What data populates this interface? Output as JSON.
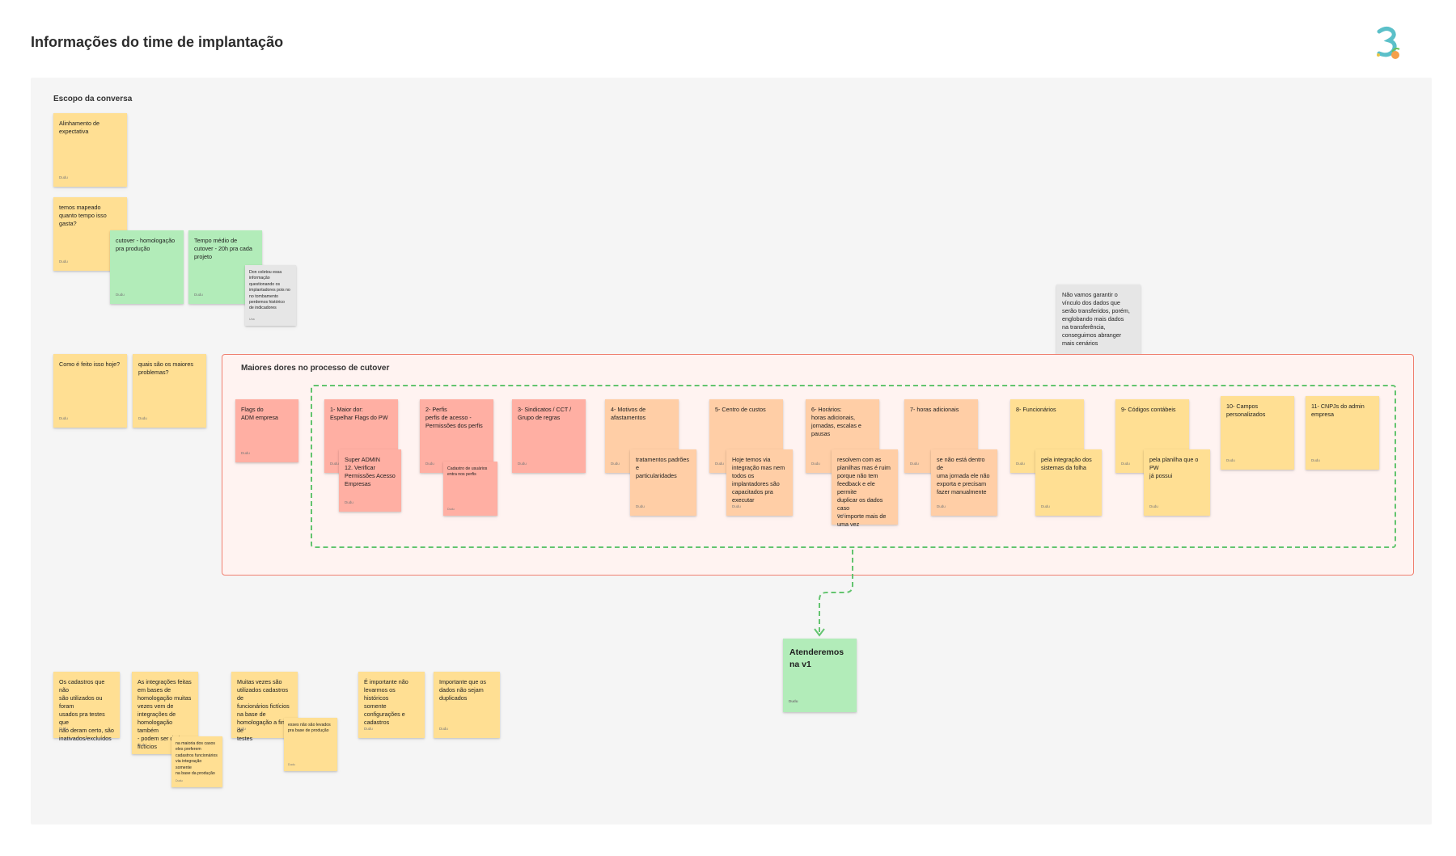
{
  "page": {
    "title": "Informações do time de implantação"
  },
  "sections": {
    "scope_title": "Escopo da conversa",
    "pain_title": "Maiores dores no processo de cutover"
  },
  "colors": {
    "yellow": "#ffdf93",
    "green": "#b2ecb9",
    "red": "#ffafa3",
    "orange": "#ffcea6",
    "gray": "#e6e6e6",
    "frame_border": "#f08070",
    "dashed_border": "#63c46f"
  },
  "notes": {
    "n1": {
      "text": "Alinhamento de\nexpectativa",
      "author": "Dudu"
    },
    "n2": {
      "text": "temos mapeado\nquanto tempo isso\ngasta?",
      "author": "Dudu"
    },
    "n3": {
      "text": "cutover - homologação\npra produção",
      "author": "Dudu"
    },
    "n4": {
      "text": "Tempo médio de\ncutover - 20h pra cada\nprojeto",
      "author": "Dudu"
    },
    "n5": {
      "text": "Don coletou essa\ninformação\nquestionando os\nimplantadores pois no\nno tombamento\nperdemos histórico\nde indicadores",
      "author": "Una"
    },
    "n6": {
      "text": "Não vamos garantir o\nvínculo dos dados que\nserão transferidos, porém,\nenglobando mais dados\nna transferência,\nconseguimos abranger\nmais cenários",
      "author": ""
    },
    "n7": {
      "text": "Como é feito isso hoje?",
      "author": "Dudu"
    },
    "n8": {
      "text": "quais são os maiores\nproblemas?",
      "author": "Dudu"
    },
    "n9": {
      "text": "Flags do\nADM empresa",
      "author": "Dudu"
    },
    "n10": {
      "text": "1- Maior dor:\nEspelhar Flags do PW",
      "author": "Dudu"
    },
    "n11": {
      "text": "Super ADMIN\n12. Verificar\nPermissões Acesso\nEmpresas",
      "author": "Dudu"
    },
    "n12": {
      "text": "2- Perfis\nperfis de acesso -\nPermissões dos perfis",
      "author": "Dudu"
    },
    "n13": {
      "text": "Cadastro de usuários\nentra nos perfis",
      "author": "Dudu"
    },
    "n14": {
      "text": "3- Sindicatos / CCT /\nGrupo de regras",
      "author": "Dudu"
    },
    "n15": {
      "text": "4- Motivos de\nafastamentos",
      "author": "Dudu"
    },
    "n16": {
      "text": "tratamentos padrões e\nparticularidades",
      "author": "Dudu"
    },
    "n17": {
      "text": "5- Centro de custos",
      "author": "Dudu"
    },
    "n18": {
      "text": "Hoje temos via\nintegração mas nem\ntodos os\nimplantadores são\ncapacitados pra\nexecutar",
      "author": "Dudu"
    },
    "n19": {
      "text": "6- Horários:\nhoras adicionais,\njornadas, escalas e\npausas",
      "author": "Dudu"
    },
    "n20": {
      "text": "resolvem com as\nplanilhas mas é ruim\nporque não tem\nfeedback e ele permite\nduplicar os dados caso\nvc importe mais de\numa vez",
      "author": "Dudu"
    },
    "n21": {
      "text": "7- horas adicionais",
      "author": "Dudu"
    },
    "n22": {
      "text": "se não está dentro de\numa jornada ele não\nexporta e precisam\nfazer manualmente",
      "author": "Dudu"
    },
    "n23": {
      "text": "8- Funcionários",
      "author": "Dudu"
    },
    "n24": {
      "text": "pela integração dos\nsistemas da folha",
      "author": "Dudu"
    },
    "n25": {
      "text": "9- Códigos contábeis",
      "author": "Dudu"
    },
    "n26": {
      "text": "pela planilha que o PW\njá possui",
      "author": "Dudu"
    },
    "n27": {
      "text": "10- Campos\npersonalizados",
      "author": "Dudu"
    },
    "n28": {
      "text": "11- CNPJs do admin\nempresa",
      "author": "Dudu"
    },
    "n29": {
      "text": "Atenderemos\nna v1",
      "author": "Dudu"
    },
    "n30": {
      "text": "Os cadastros que não\nsão utilizados ou foram\nusados pra testes que\nnão deram certo, são\ninativados/excluídos",
      "author": "Dudu"
    },
    "n31": {
      "text": "As integrações feitas\nem bases de\nhomologação muitas\nvezes vem de\nintegrações de\nhomologação também\n- podem ser dados\nfictícios",
      "author": "Dudu"
    },
    "n32": {
      "text": "na maioria dos casos\neles preferem\ncadastros funcionários\nvia integração somente\nna base da produção",
      "author": "Dudu"
    },
    "n33": {
      "text": "Muitas vezes são\nutilizados cadastros de\nfuncionários fictícios\nna base de\nhomologação a fins de\ntestes",
      "author": "Dudu"
    },
    "n34": {
      "text": "esses não são levados\npra base de produção",
      "author": "Dudu"
    },
    "n35": {
      "text": "É importante não\nlevarmos os históricos\nsomente\nconfigurações e\ncadastros",
      "author": "Dudu"
    },
    "n36": {
      "text": "Importante que os\ndados não sejam\nduplicados",
      "author": "Dudu"
    }
  }
}
